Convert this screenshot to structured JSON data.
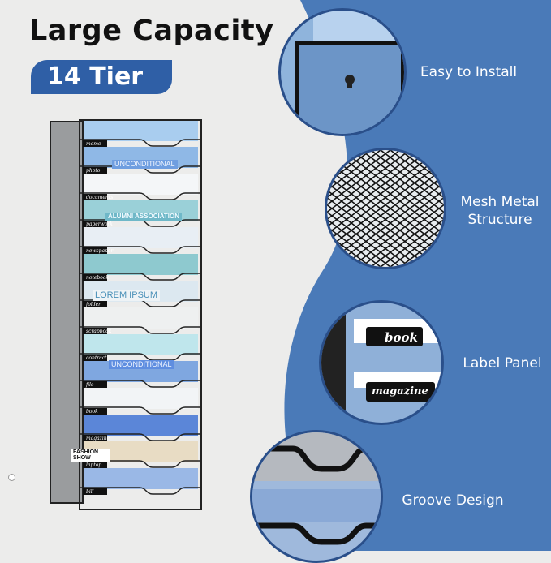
{
  "heading": {
    "title": "Large Capacity",
    "badge": "14 Tier"
  },
  "rack_labels": [
    "memo",
    "photo",
    "documents",
    "paperwork",
    "newspaper",
    "notebook",
    "folder",
    "scrapbook",
    "contract",
    "file",
    "book",
    "magazine",
    "laptop",
    "bill"
  ],
  "folder_prints": [
    "UNCONDITIONAL",
    "ALUMNI ASSOCIATION",
    "LOREM IPSUM",
    "UNCONDITIONAL",
    "FASHION SHOW"
  ],
  "features": [
    {
      "label": "Easy to Install"
    },
    {
      "label": "Mesh Metal Structure"
    },
    {
      "label": "Label Panel",
      "tags": [
        "book",
        "magazine"
      ]
    },
    {
      "label": "Groove Design"
    }
  ],
  "colors": {
    "brand_blue": "#2f5fa6",
    "panel_blue": "#4a7ab8",
    "background": "#ececeb"
  }
}
